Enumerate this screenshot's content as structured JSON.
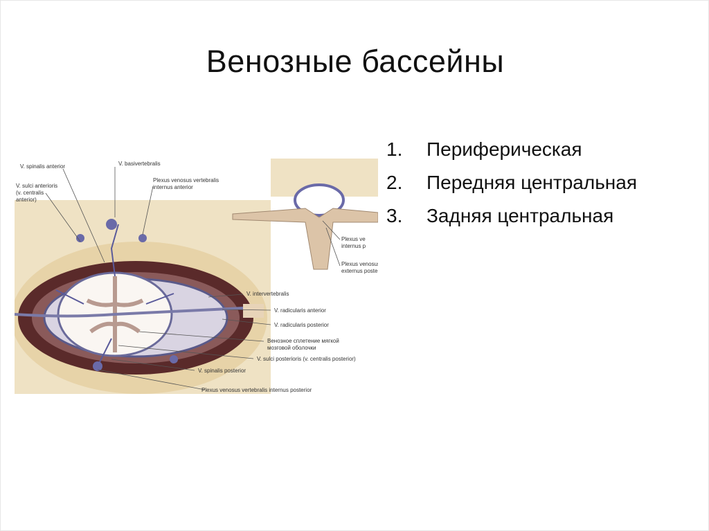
{
  "slide": {
    "title": "Венозные бассейны",
    "items": [
      {
        "number": "1.",
        "text": "Периферическая"
      },
      {
        "number": "2.",
        "text": "Передняя центральная"
      },
      {
        "number": "3.",
        "text": "Задняя центральная"
      }
    ]
  },
  "figure": {
    "labels": {
      "spinalis_anterior": "V. spinalis anterior",
      "basivertebralis": "V. basivertebralis",
      "sulci_anterioris_1": "V. sulci anterioris",
      "sulci_anterioris_2": "(v. centralis",
      "sulci_anterioris_3": "anterior)",
      "plexus_int_ant_1": "Plexus venosus vertebralis",
      "plexus_int_ant_2": "internus anterior",
      "intervertebralis": "V. intervertebralis",
      "radicularis_anterior": "V. radicularis anterior",
      "radicularis_posterior": "V. radicularis posterior",
      "venous_pia_1": "Венозное сплетение мягкой",
      "venous_pia_2": "мозговой оболочки",
      "sulci_posterioris": "V. sulci posterioris (v. centralis posterior)",
      "spinalis_posterior": "V. spinalis posterior",
      "plexus_int_post": "Plexus venosus vertebralis internus posterior",
      "inset_plexus_int_1": "Plexus ve",
      "inset_plexus_int_2": "internus p",
      "inset_plexus_ext_1": "Plexus venosus",
      "inset_plexus_ext_2": "externus poste"
    }
  }
}
